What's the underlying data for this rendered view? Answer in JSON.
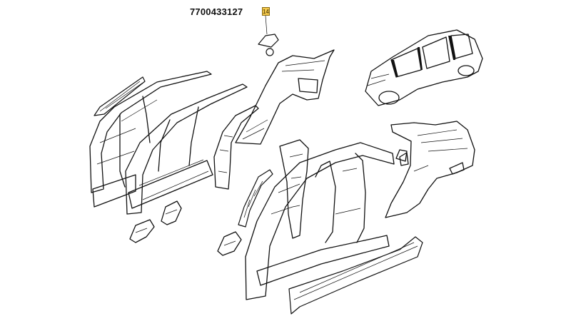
{
  "callout": {
    "part_number": "7700433127",
    "marker_label": "14",
    "marker_color": "#f2c74a"
  },
  "parts": [
    "windshield-pillar-reinforcement",
    "front-side-frame-outer",
    "front-side-frame-inner",
    "b-pillar-inner",
    "rear-quarter-inner-panel",
    "fuel-filler-flap",
    "car-overview",
    "rear-quarter-outer-panel",
    "b-pillar-reinforcement",
    "rear-door-frame",
    "side-frame-panel",
    "sill-panel",
    "small-bracket-left",
    "small-bracket-right",
    "small-bracket-center"
  ]
}
